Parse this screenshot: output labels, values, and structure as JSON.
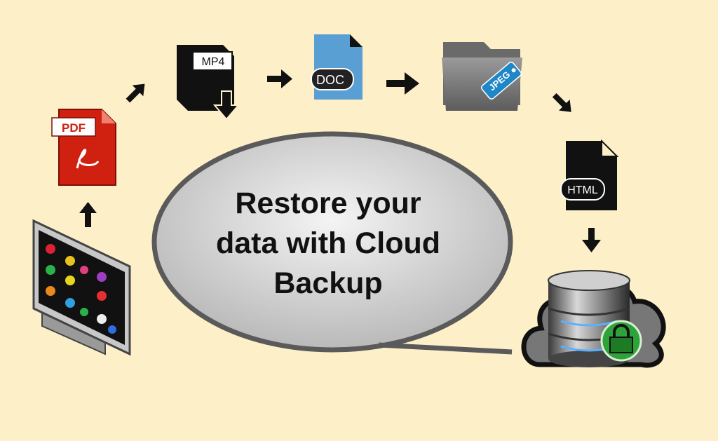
{
  "headline": {
    "lines": [
      "Restore your",
      "data with Cloud",
      "Backup"
    ]
  },
  "icons": {
    "pdf_label": "PDF",
    "mp4_label": "MP4",
    "doc_label": "DOC",
    "jpeg_label": "JPEG",
    "html_label": "HTML"
  },
  "colors": {
    "background": "#fdf0c9",
    "pdf_red": "#d0200f",
    "doc_blue": "#5a9fd4",
    "tag_blue": "#1f86c8",
    "lock_green": "#2ea33a"
  }
}
